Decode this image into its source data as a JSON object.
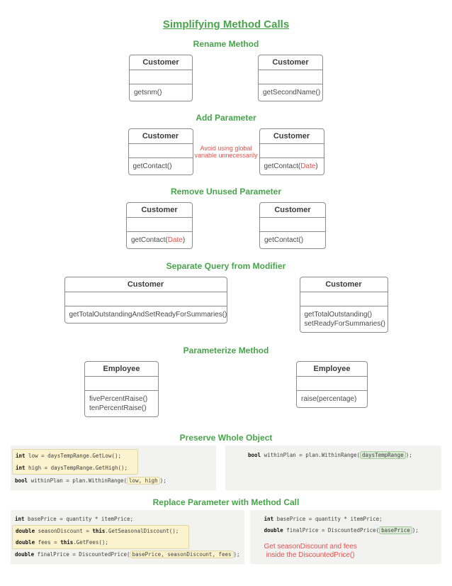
{
  "title": "Simplifying Method Calls",
  "colors": {
    "heading_green": "#48A44B",
    "accent_red": "#E3514B",
    "yellow_highlight": "#FAF3CE",
    "green_highlight": "#DBEAD5",
    "code_background": "#F2F2F1",
    "box_border": "#8C8C8C"
  },
  "sections": {
    "rename": {
      "heading": "Rename Method",
      "left": {
        "class_name": "Customer",
        "methods": [
          "getsnm()"
        ]
      },
      "right": {
        "class_name": "Customer",
        "methods": [
          "getSecondName()"
        ]
      }
    },
    "add_parameter": {
      "heading": "Add Parameter",
      "note_line1": "Avoid using global",
      "note_line2": "variable unnecessarily",
      "left": {
        "class_name": "Customer",
        "methods": [
          "getContact()"
        ]
      },
      "right": {
        "class_name": "Customer",
        "method_pre": "getContact(",
        "method_param": "Date",
        "method_post": ")"
      }
    },
    "remove_parameter": {
      "heading": "Remove Unused Parameter",
      "left": {
        "class_name": "Customer",
        "method_pre": "getContact(",
        "method_param": "Date",
        "method_post": ")"
      },
      "right": {
        "class_name": "Customer",
        "methods": [
          "getContact()"
        ]
      }
    },
    "separate_query": {
      "heading": "Separate Query from Modifier",
      "left": {
        "class_name": "Customer",
        "methods": [
          "getTotalOutstandingAndSetReadyForSummaries()"
        ]
      },
      "right": {
        "class_name": "Customer",
        "methods": [
          "getTotalOutstanding()",
          "setReadyForSummaries()"
        ]
      }
    },
    "parameterize": {
      "heading": "Parameterize Method",
      "left": {
        "class_name": "Employee",
        "methods": [
          "fivePercentRaise()",
          "tenPercentRaise()"
        ]
      },
      "right": {
        "class_name": "Employee",
        "methods": [
          "raise(percentage)"
        ]
      }
    },
    "preserve": {
      "heading": "Preserve Whole Object"
    },
    "replace": {
      "heading": "Replace Parameter with Method Call",
      "note_line1": "Get seasonDiscount and fees",
      "note_line2": "inside the DiscountedPrice()"
    }
  },
  "code": {
    "preserve_left": {
      "groups": [
        {
          "hl": true,
          "lines": [
            [
              {
                "t": "int",
                "k": 1
              },
              {
                "t": " low = daysTempRange.GetLow();"
              }
            ],
            [
              {
                "t": "int",
                "k": 1
              },
              {
                "t": " high = daysTempRange.GetHigh();"
              }
            ]
          ]
        },
        {
          "hl": false,
          "lines": [
            [
              {
                "t": "bool",
                "k": 1
              },
              {
                "t": " withinPlan = plan.WithinRange("
              },
              {
                "t": "low, high",
                "y": 1
              },
              {
                "t": ");"
              }
            ]
          ]
        }
      ]
    },
    "preserve_right": {
      "groups": [
        {
          "hl": false,
          "lines": [
            [
              {
                "t": "bool",
                "k": 1
              },
              {
                "t": " withinPlan = plan.WithinRange("
              },
              {
                "t": "daysTempRange",
                "g": 1
              },
              {
                "t": ");"
              }
            ]
          ]
        }
      ]
    },
    "replace_left": {
      "groups": [
        {
          "hl": false,
          "lines": [
            [
              {
                "t": "int",
                "k": 1
              },
              {
                "t": " basePrice = quantity * itemPrice;"
              }
            ]
          ]
        },
        {
          "hl": true,
          "lines": [
            [
              {
                "t": "double",
                "k": 1
              },
              {
                "t": " seasonDiscount = "
              },
              {
                "t": "this",
                "k": 1
              },
              {
                "t": ".GetSeasonalDiscount();"
              }
            ],
            [
              {
                "t": "double",
                "k": 1
              },
              {
                "t": " fees = "
              },
              {
                "t": "this",
                "k": 1
              },
              {
                "t": ".GetFees();"
              }
            ]
          ]
        },
        {
          "hl": false,
          "lines": [
            [
              {
                "t": "double",
                "k": 1
              },
              {
                "t": " finalPrice = DiscountedPrice("
              },
              {
                "t": "basePrice, seasonDiscount, fees",
                "y": 1
              },
              {
                "t": ");"
              }
            ]
          ]
        }
      ]
    },
    "replace_right": {
      "groups": [
        {
          "hl": false,
          "lines": [
            [
              {
                "t": "int",
                "k": 1
              },
              {
                "t": " basePrice = quantity * itemPrice;"
              }
            ],
            [
              {
                "t": "double",
                "k": 1
              },
              {
                "t": " finalPrice = DiscountedPrice("
              },
              {
                "t": "basePrice",
                "g": 1
              },
              {
                "t": ");"
              }
            ]
          ]
        }
      ]
    }
  }
}
